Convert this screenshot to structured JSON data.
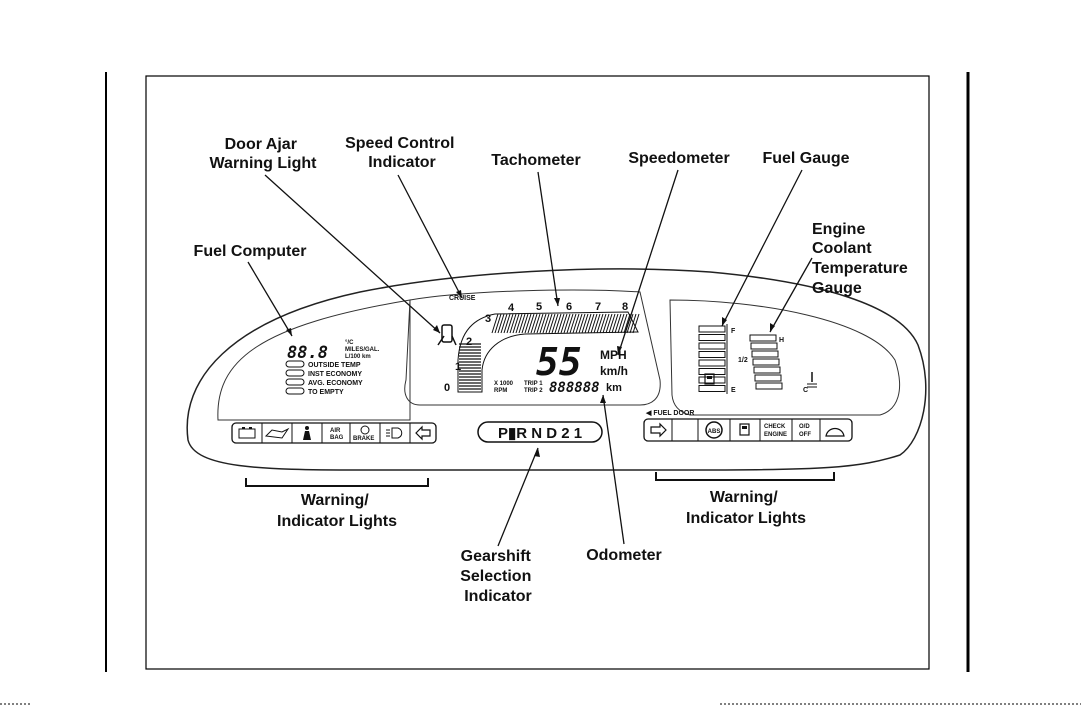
{
  "callouts": {
    "door_ajar": [
      "Door Ajar",
      "Warning Light"
    ],
    "speed_control": [
      "Speed Control",
      "Indicator"
    ],
    "tachometer": "Tachometer",
    "speedometer": "Speedometer",
    "fuel_gauge": "Fuel Gauge",
    "engine_coolant": [
      "Engine",
      "Coolant",
      "Temperature",
      "Gauge"
    ],
    "fuel_computer": "Fuel Computer",
    "warning_left": [
      "Warning/",
      "Indicator Lights"
    ],
    "warning_right": [
      "Warning/",
      "Indicator Lights"
    ],
    "gearshift": [
      "Gearshift",
      "Selection",
      "Indicator"
    ],
    "odometer": "Odometer"
  },
  "fuel_computer": {
    "digits": "88.8",
    "units": [
      "°/C",
      "MILES/GAL.",
      "L/100 km"
    ],
    "modes": [
      "OUTSIDE TEMP",
      "INST ECONOMY",
      "AVG. ECONOMY",
      "TO EMPTY"
    ]
  },
  "tachometer": {
    "cruise": "CRUISE",
    "scale": [
      "0",
      "1",
      "2",
      "3",
      "4",
      "5",
      "6",
      "7",
      "8"
    ],
    "unit": [
      "X 1000",
      "RPM"
    ]
  },
  "speedometer": {
    "digits": "55",
    "units": [
      "MPH",
      "km/h"
    ]
  },
  "odometer": {
    "trip": [
      "TRIP 1",
      "TRIP 2"
    ],
    "digits": "888888",
    "unit": "km"
  },
  "fuel_gauge": {
    "marks": [
      "F",
      "1/2",
      "E"
    ]
  },
  "temp_gauge": {
    "marks": [
      "H",
      "C"
    ]
  },
  "fuel_door": "◀ FUEL DOOR",
  "gear_selector": "P▮R N D 2 1",
  "lights_left": [
    "battery",
    "oil",
    "seatbelt",
    "AIR BAG",
    "BRAKE",
    "headlamp",
    "left-turn"
  ],
  "lights_left_labels": {
    "air_bag": [
      "AIR",
      "BAG"
    ],
    "brake": "BRAKE"
  },
  "lights_right": [
    "right-turn",
    "blank",
    "ABS",
    "fuel",
    "CHECK ENGINE",
    "O/D OFF",
    "washer"
  ],
  "lights_right_labels": {
    "abs": "ABS",
    "check": [
      "CHECK",
      "ENGINE"
    ],
    "od": [
      "O/D",
      "OFF"
    ]
  }
}
